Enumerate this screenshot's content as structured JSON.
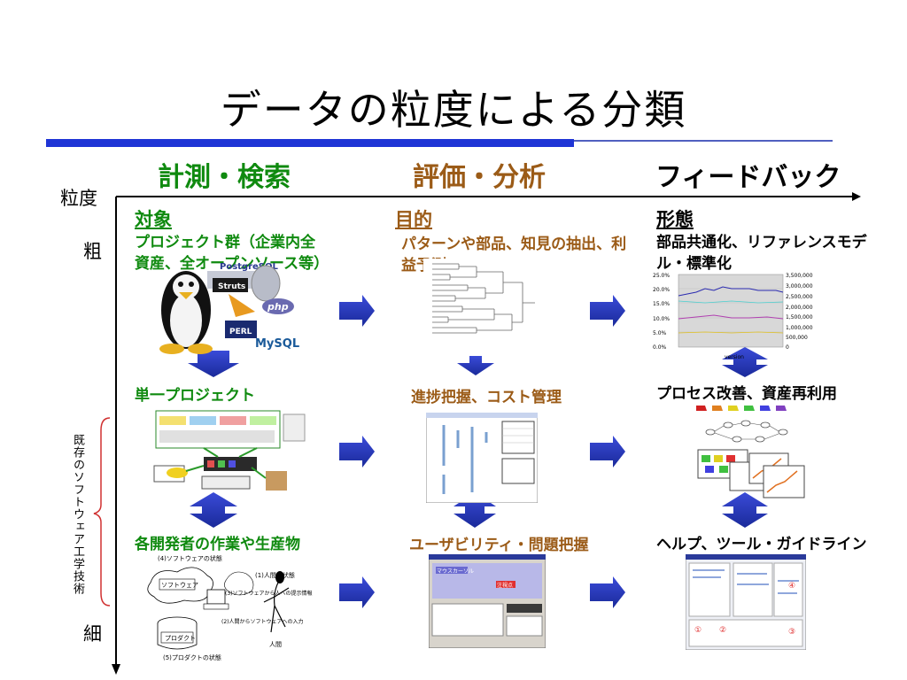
{
  "title": "データの粒度による分類",
  "columns": [
    {
      "heading": "計測・検索",
      "subheading": "対象",
      "color": "#0f8a0f"
    },
    {
      "heading": "評価・分析",
      "subheading": "目的",
      "color": "#9b5b17"
    },
    {
      "heading": "フィードバック",
      "subheading": "形態",
      "color": "#000000"
    }
  ],
  "axis": {
    "label": "粒度",
    "coarse": "粗",
    "fine": "細",
    "bracket_label": "既存のソフトウェア工学技術"
  },
  "rows": [
    {
      "c1": "プロジェクト群（企業内全資産、全オープンソース等）",
      "c2": "パターンや部品、知見の抽出、利益予測",
      "c3": "部品共通化、リファレンスモデル・標準化"
    },
    {
      "c1": "単一プロジェクト",
      "c2": "進捗把握、コスト管理",
      "c3": "プロセス改善、資産再利用"
    },
    {
      "c1": "各開発者の作業や生産物",
      "c2": "ユーザビリティ・問題把握",
      "c3": "ヘルプ、ツール・ガイドライン"
    }
  ],
  "logos": {
    "postgres": "PostgreSQL",
    "struts": "Struts",
    "php": "php",
    "perl": "PERL",
    "mysql": "MySQL"
  },
  "chart_left_ticks": [
    "25.0%",
    "20.0%",
    "15.0%",
    "10.0%",
    "5.0%",
    "0.0%"
  ],
  "chart_right_ticks": [
    "3,500,000",
    "3,000,000",
    "2,500,000",
    "2,000,000",
    "1,500,000",
    "1,000,000",
    "500,000",
    "0"
  ],
  "chart_x_label": "version",
  "sketch": {
    "state4": "(4)ソフトウェアの状態",
    "state1": "(1)人間の状態",
    "software": "ソフトウェア",
    "info3": "(3)ソフトウェアから人への提示情報",
    "input2": "(2)人間からソフトウェアへの入力",
    "human": "人間",
    "product": "プロダクト",
    "state5": "(5)プロダクトの状態"
  },
  "screenshot_labels": {
    "mouse": "マウスカーソル",
    "window": "注視点"
  },
  "help_markers": [
    "①",
    "②",
    "③",
    "④"
  ]
}
